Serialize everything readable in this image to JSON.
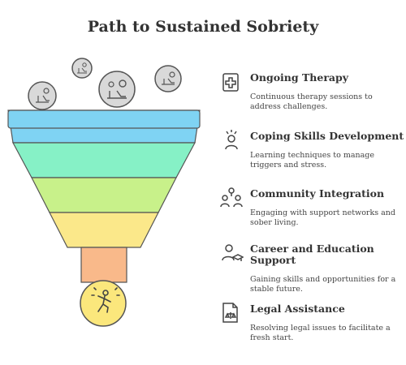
{
  "title": "Path to Sustained Sobriety",
  "colors": {
    "layer1": "#7fd3f3",
    "layer2": "#86f1c6",
    "layer3": "#c8f18a",
    "layer4": "#fbe88a",
    "layer5": "#f9b98a",
    "drop": "#fbe77c",
    "bubble": "#d9d9d9",
    "outline": "#555555"
  },
  "items": [
    {
      "heading": "Ongoing Therapy",
      "desc": "Continuous therapy sessions to address challenges.",
      "icon": "medical-clipboard-icon"
    },
    {
      "heading": "Coping Skills Development",
      "desc": "Learning techniques to manage triggers and stress.",
      "icon": "stressed-person-icon"
    },
    {
      "heading": "Community Integration",
      "desc": "Engaging with support networks and sober living.",
      "icon": "people-network-icon"
    },
    {
      "heading": "Career and Education Support",
      "desc": "Gaining skills and opportunities for a stable future.",
      "icon": "graduate-icon"
    },
    {
      "heading": "Legal Assistance",
      "desc": "Resolving legal issues to facilitate a fresh start.",
      "icon": "legal-document-icon"
    }
  ]
}
